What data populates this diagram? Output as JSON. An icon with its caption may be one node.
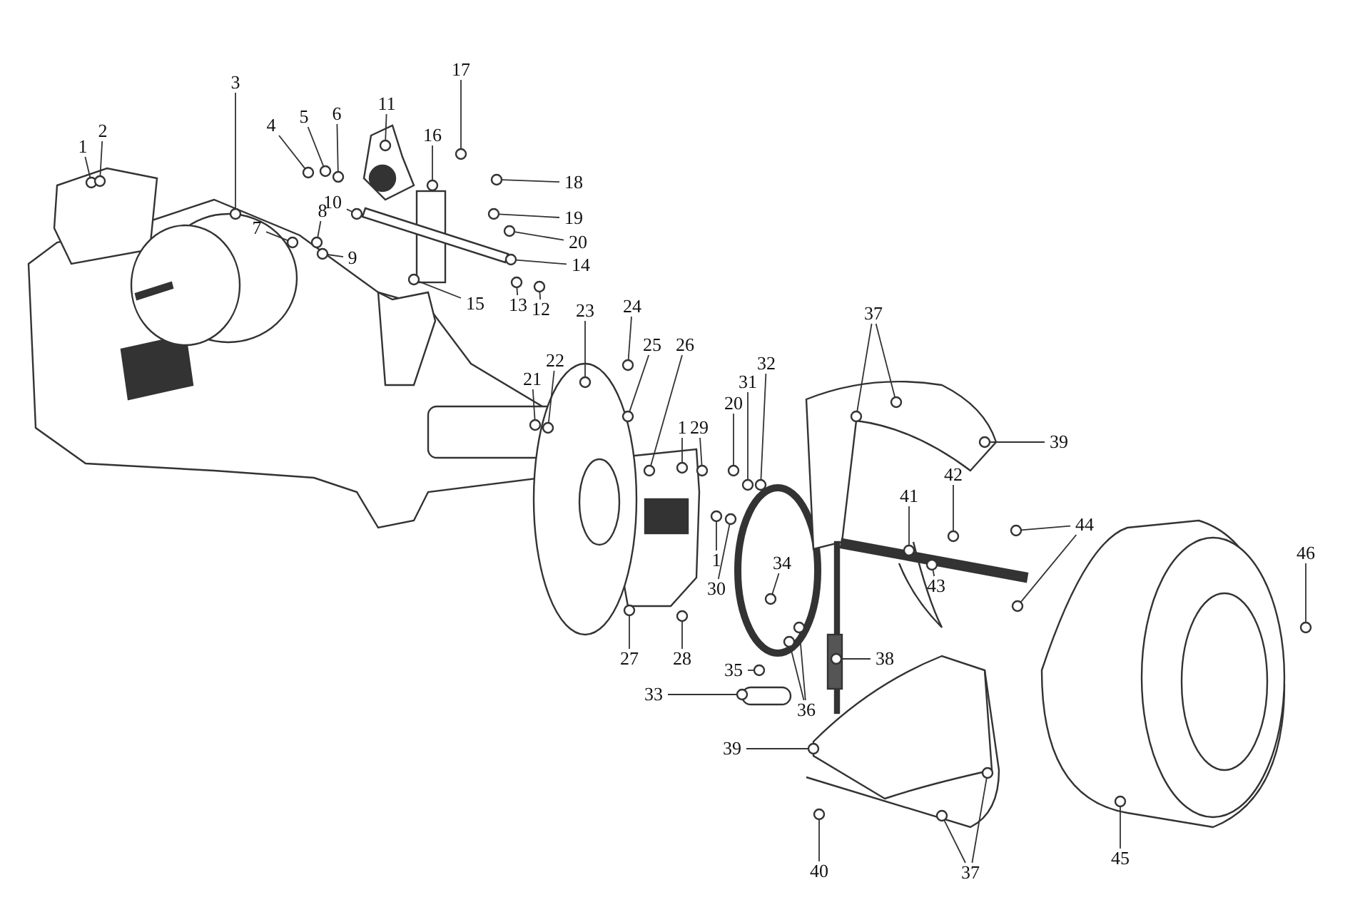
{
  "diagram": {
    "nodes": [
      {
        "text": [
          "1"
        ]
      },
      {
        "text": [
          "2"
        ]
      },
      {
        "text": [
          "3"
        ]
      },
      {
        "text": [
          "4"
        ]
      },
      {
        "text": [
          "5"
        ]
      },
      {
        "text": [
          "6"
        ]
      },
      {
        "text": [
          "11"
        ]
      },
      {
        "text": [
          "17"
        ]
      },
      {
        "text": [
          "16"
        ]
      },
      {
        "text": [
          "18"
        ]
      },
      {
        "text": [
          "10"
        ]
      },
      {
        "text": [
          "7"
        ]
      },
      {
        "text": [
          "8"
        ]
      },
      {
        "text": [
          "19"
        ]
      },
      {
        "text": [
          "9"
        ]
      },
      {
        "text": [
          "20"
        ]
      },
      {
        "text": [
          "14"
        ]
      },
      {
        "text": [
          "15"
        ]
      },
      {
        "text": [
          "13"
        ]
      },
      {
        "text": [
          "12"
        ]
      },
      {
        "text": [
          "23"
        ]
      },
      {
        "text": [
          "24"
        ]
      },
      {
        "text": [
          "37"
        ]
      },
      {
        "text": [
          "25"
        ]
      },
      {
        "text": [
          "26"
        ]
      },
      {
        "text": [
          "32"
        ]
      },
      {
        "text": [
          "22"
        ]
      },
      {
        "text": [
          "21"
        ]
      },
      {
        "text": [
          "31"
        ]
      },
      {
        "text": [
          "20"
        ]
      },
      {
        "text": [
          "1"
        ]
      },
      {
        "text": [
          "29"
        ]
      },
      {
        "text": [
          "39"
        ]
      },
      {
        "text": [
          "42"
        ]
      },
      {
        "text": [
          "41"
        ]
      },
      {
        "text": [
          "44"
        ]
      },
      {
        "text": [
          "1"
        ]
      },
      {
        "text": [
          "34"
        ]
      },
      {
        "text": [
          "30"
        ]
      },
      {
        "text": [
          "43"
        ]
      },
      {
        "text": [
          "46"
        ]
      },
      {
        "text": [
          "27"
        ]
      },
      {
        "text": [
          "28"
        ]
      },
      {
        "text": [
          "38"
        ]
      },
      {
        "text": [
          "35"
        ]
      },
      {
        "text": [
          "33"
        ]
      },
      {
        "text": [
          "36"
        ]
      },
      {
        "text": [
          "39"
        ]
      },
      {
        "text": [
          "40"
        ]
      },
      {
        "text": [
          "37"
        ]
      },
      {
        "text": [
          "45"
        ]
      },
      {
        "text": [],
        "shape": "circle"
      },
      {
        "text": [],
        "shape": "circle"
      },
      {
        "text": [],
        "shape": "circle"
      },
      {
        "text": [],
        "shape": "circle"
      },
      {
        "text": [],
        "shape": "circle"
      },
      {
        "text": [],
        "shape": "circle"
      },
      {
        "text": [],
        "shape": "circle"
      },
      {
        "text": [],
        "shape": "circle"
      },
      {
        "text": [],
        "shape": "circle"
      },
      {
        "text": [],
        "shape": "circle"
      },
      {
        "text": [],
        "shape": "circle"
      },
      {
        "text": [],
        "shape": "circle"
      },
      {
        "text": [],
        "shape": "circle"
      },
      {
        "text": [],
        "shape": "circle"
      },
      {
        "text": [],
        "shape": "circle"
      },
      {
        "text": [],
        "shape": "circle"
      },
      {
        "text": [],
        "shape": "circle"
      },
      {
        "text": [],
        "shape": "circle"
      },
      {
        "text": [],
        "shape": "circle"
      },
      {
        "text": [],
        "shape": "circle"
      },
      {
        "text": [],
        "shape": "circle"
      },
      {
        "text": [],
        "shape": "circle"
      },
      {
        "text": [],
        "shape": "circle"
      },
      {
        "text": [],
        "shape": "circle"
      },
      {
        "text": [],
        "shape": "circle"
      },
      {
        "text": [],
        "shape": "circle"
      },
      {
        "text": [],
        "shape": "circle"
      },
      {
        "text": [],
        "shape": "circle"
      },
      {
        "text": [],
        "shape": "circle"
      },
      {
        "text": [],
        "shape": "circle"
      },
      {
        "text": [],
        "shape": "circle"
      },
      {
        "text": [],
        "shape": "circle"
      },
      {
        "text": [],
        "shape": "circle"
      },
      {
        "text": [],
        "shape": "circle"
      },
      {
        "text": [],
        "shape": "circle"
      },
      {
        "text": [],
        "shape": "circle"
      },
      {
        "text": [],
        "shape": "circle"
      },
      {
        "text": [],
        "shape": "circle"
      },
      {
        "text": [],
        "shape": "circle"
      },
      {
        "text": [],
        "shape": "circle"
      },
      {
        "text": [],
        "shape": "circle"
      },
      {
        "text": [],
        "shape": "circle"
      },
      {
        "text": [],
        "shape": "circle"
      },
      {
        "text": [],
        "shape": "circle"
      },
      {
        "text": [],
        "shape": "circle"
      },
      {
        "text": [],
        "shape": "circle"
      },
      {
        "text": [],
        "shape": "circle"
      },
      {
        "text": [],
        "shape": "circle"
      },
      {
        "text": [],
        "shape": "circle"
      },
      {
        "text": [],
        "shape": "circle"
      },
      {
        "text": [],
        "shape": "circle"
      },
      {
        "text": [],
        "shape": "circle"
      },
      {
        "text": [],
        "shape": "circle"
      },
      {
        "text": [],
        "shape": "circle"
      },
      {
        "text": [],
        "shape": "circle"
      }
    ],
    "edges": [
      {
        "from": 0,
        "to": 51,
        "arrow": "none"
      },
      {
        "from": 1,
        "to": 52,
        "arrow": "none"
      },
      {
        "from": 2,
        "to": 53,
        "arrow": "none"
      },
      {
        "from": 3,
        "to": 54,
        "arrow": "none"
      },
      {
        "from": 4,
        "to": 55,
        "arrow": "none"
      },
      {
        "from": 5,
        "to": 56,
        "arrow": "none"
      },
      {
        "from": 6,
        "to": 57,
        "arrow": "none"
      },
      {
        "from": 7,
        "to": 58,
        "arrow": "none"
      },
      {
        "from": 8,
        "to": 59,
        "arrow": "none"
      },
      {
        "from": 9,
        "to": 60,
        "arrow": "none"
      },
      {
        "from": 10,
        "to": 61,
        "arrow": "none"
      },
      {
        "from": 11,
        "to": 62,
        "arrow": "none"
      },
      {
        "from": 12,
        "to": 63,
        "arrow": "none"
      },
      {
        "from": 13,
        "to": 64,
        "arrow": "none"
      },
      {
        "from": 14,
        "to": 65,
        "arrow": "none"
      },
      {
        "from": 15,
        "to": 66,
        "arrow": "none"
      },
      {
        "from": 16,
        "to": 67,
        "arrow": "none"
      },
      {
        "from": 17,
        "to": 68,
        "arrow": "none"
      },
      {
        "from": 18,
        "to": 69,
        "arrow": "none"
      },
      {
        "from": 19,
        "to": 70,
        "arrow": "none"
      },
      {
        "from": 20,
        "to": 71,
        "arrow": "none"
      },
      {
        "from": 21,
        "to": 72,
        "arrow": "none"
      },
      {
        "from": 22,
        "to": 73,
        "arrow": "none"
      },
      {
        "from": 22,
        "to": 74,
        "arrow": "none"
      },
      {
        "from": 23,
        "to": 75,
        "arrow": "none"
      },
      {
        "from": 24,
        "to": 76,
        "arrow": "none"
      },
      {
        "from": 25,
        "to": 77,
        "arrow": "none"
      },
      {
        "from": 26,
        "to": 78,
        "arrow": "none"
      },
      {
        "from": 27,
        "to": 79,
        "arrow": "none"
      },
      {
        "from": 28,
        "to": 80,
        "arrow": "none"
      },
      {
        "from": 29,
        "to": 81,
        "arrow": "none"
      },
      {
        "from": 30,
        "to": 82,
        "arrow": "none"
      },
      {
        "from": 31,
        "to": 83,
        "arrow": "none"
      },
      {
        "from": 32,
        "to": 84,
        "arrow": "none"
      },
      {
        "from": 33,
        "to": 85,
        "arrow": "none"
      },
      {
        "from": 34,
        "to": 86,
        "arrow": "none"
      },
      {
        "from": 35,
        "to": 87,
        "arrow": "none"
      },
      {
        "from": 35,
        "to": 88,
        "arrow": "none"
      },
      {
        "from": 36,
        "to": 89,
        "arrow": "none"
      },
      {
        "from": 37,
        "to": 90,
        "arrow": "none"
      },
      {
        "from": 38,
        "to": 91,
        "arrow": "none"
      },
      {
        "from": 39,
        "to": 92,
        "arrow": "none"
      },
      {
        "from": 40,
        "to": 93,
        "arrow": "none"
      },
      {
        "from": 41,
        "to": 94,
        "arrow": "none"
      },
      {
        "from": 42,
        "to": 95,
        "arrow": "none"
      },
      {
        "from": 43,
        "to": 96,
        "arrow": "none"
      },
      {
        "from": 44,
        "to": 97,
        "arrow": "none"
      },
      {
        "from": 45,
        "to": 98,
        "arrow": "none"
      },
      {
        "from": 46,
        "to": 99,
        "arrow": "none"
      },
      {
        "from": 46,
        "to": 100,
        "arrow": "none"
      },
      {
        "from": 47,
        "to": 101,
        "arrow": "none"
      },
      {
        "from": 48,
        "to": 102,
        "arrow": "none"
      },
      {
        "from": 49,
        "to": 103,
        "arrow": "none"
      },
      {
        "from": 49,
        "to": 104,
        "arrow": "none"
      },
      {
        "from": 50,
        "to": 105,
        "arrow": "none"
      }
    ]
  }
}
